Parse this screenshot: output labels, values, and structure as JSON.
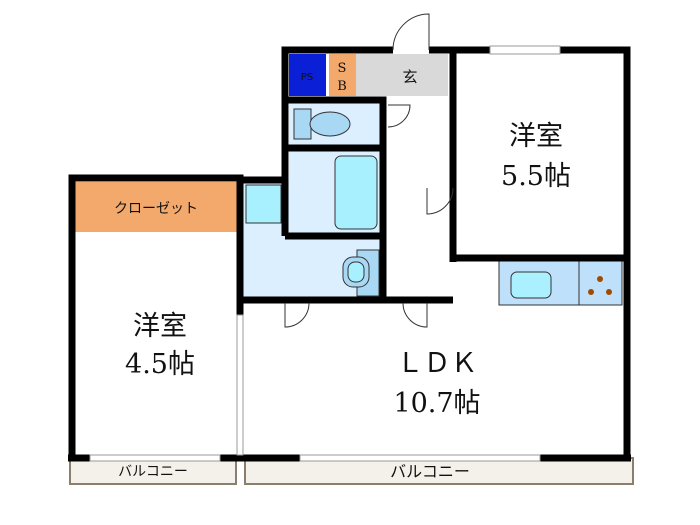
{
  "rooms": {
    "western_room_right": {
      "name": "洋室",
      "size": "5.5帖"
    },
    "western_room_left": {
      "name": "洋室",
      "size": "4.5帖"
    },
    "ldk": {
      "name": "ＬＤＫ",
      "size": "10.7帖"
    },
    "closet": "クローゼット",
    "entrance": "玄",
    "ps": "PS",
    "sb_top": "S",
    "sb_bottom": "B",
    "balcony_left": "バルコニー",
    "balcony_right": "バルコニー"
  },
  "colors": {
    "wall": "#000000",
    "ps": "#0a1fd6",
    "storage": "#f4a96c",
    "entrance": "#d9d9d9",
    "wet_area": "#dcefff",
    "fixture": "#a9d8f5",
    "kitchen": "#bfe0fa",
    "balcony": "#f4f1ea"
  }
}
